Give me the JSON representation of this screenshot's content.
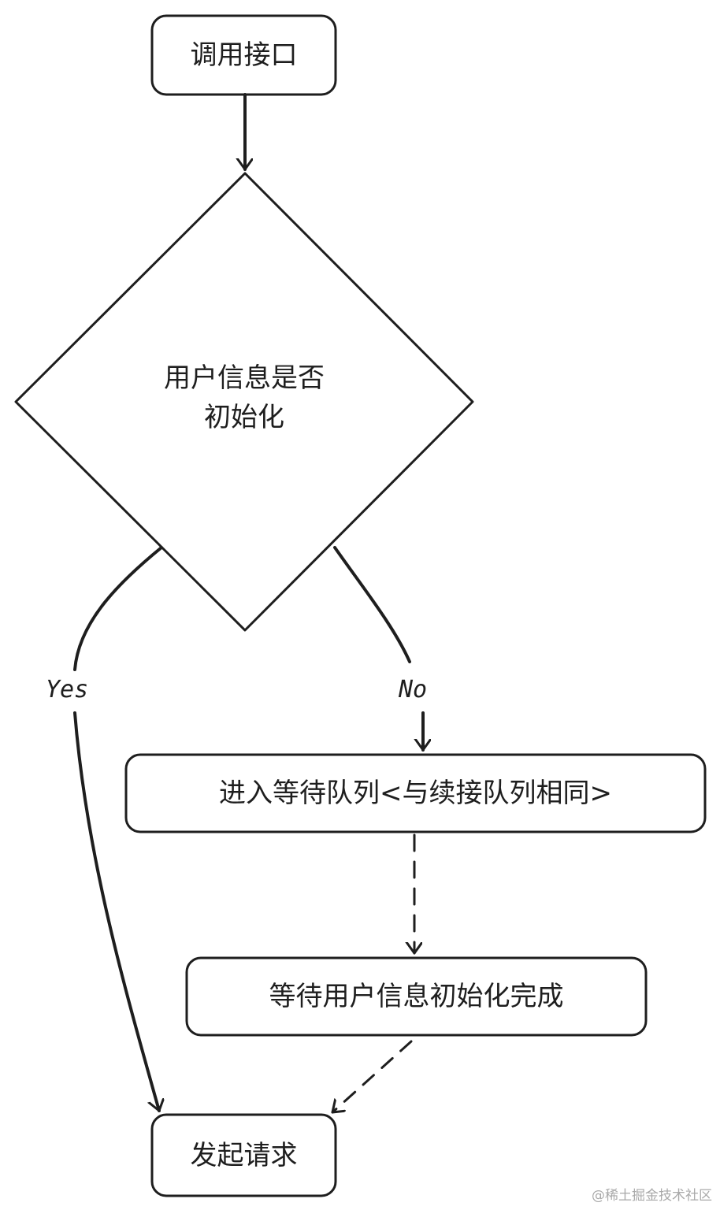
{
  "diagram": {
    "nodes": {
      "call_api": {
        "label": "调用接口"
      },
      "decision": {
        "label": "用户信息是否\n初始化"
      },
      "queue": {
        "label": "进入等待队列<与续接队列相同>"
      },
      "wait_init": {
        "label": "等待用户信息初始化完成"
      },
      "send_request": {
        "label": "发起请求"
      }
    },
    "edges": {
      "yes_label": "Yes",
      "no_label": "No"
    }
  },
  "watermark": "@稀土掘金技术社区",
  "colors": {
    "stroke": "#1e1e1e",
    "background": "#ffffff",
    "watermark": "#a9a9a9"
  }
}
